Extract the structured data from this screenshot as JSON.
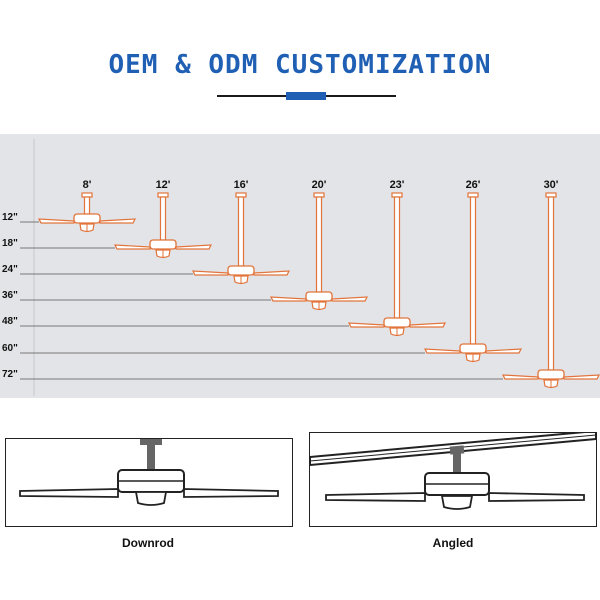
{
  "header": {
    "title": "OEM & ODM CUSTOMIZATION"
  },
  "colors": {
    "accent": "#1f5fb4",
    "fan_outline": "#e2733a",
    "panel_bg": "#e3e4e7",
    "guide_line": "#555555"
  },
  "size_chart": {
    "rod_lengths": [
      "8'",
      "12'",
      "16'",
      "20'",
      "23'",
      "26'",
      "30'"
    ],
    "drop_heights": [
      "12\"",
      "18\"",
      "24\"",
      "36\"",
      "48\"",
      "60\"",
      "72\""
    ]
  },
  "mount_types": [
    {
      "label": "Downrod"
    },
    {
      "label": "Angled"
    }
  ]
}
